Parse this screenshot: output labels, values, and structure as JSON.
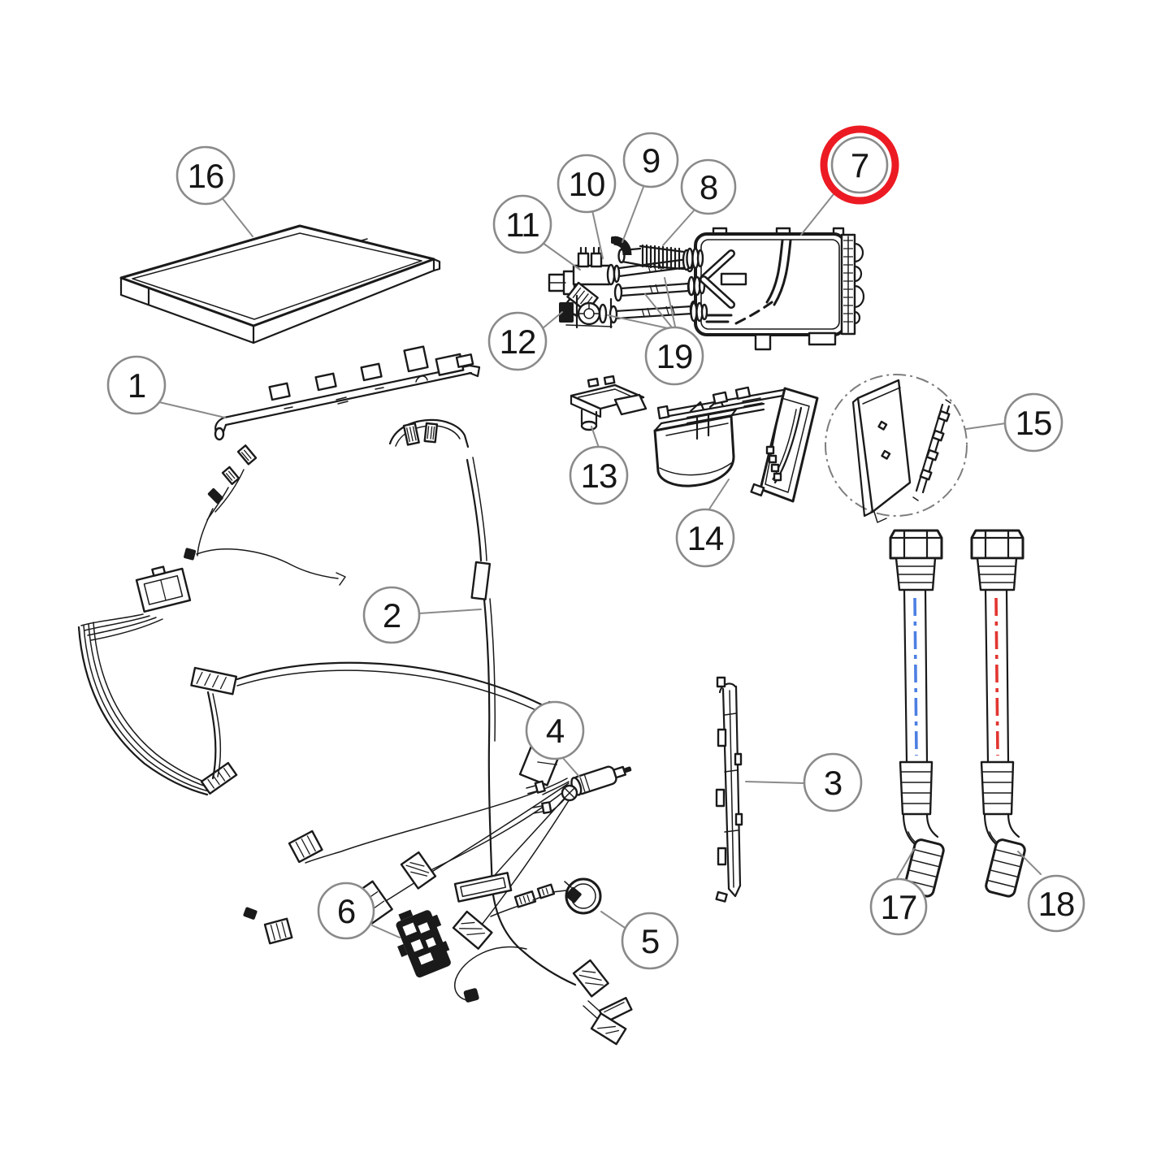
{
  "diagram": {
    "kind": "exploded-parts-diagram",
    "background": "#ffffff"
  },
  "colors": {
    "line": "#1a1a1a",
    "callout_stroke": "#8a8a8a",
    "callout_text": "#161616",
    "highlight_ring": "#ec1b23",
    "cold_hose_stripe": "#4d7fe3",
    "hot_hose_stripe": "#e23530"
  },
  "callouts": [
    {
      "label": "1",
      "highlighted": false
    },
    {
      "label": "2",
      "highlighted": false
    },
    {
      "label": "3",
      "highlighted": false
    },
    {
      "label": "4",
      "highlighted": false
    },
    {
      "label": "5",
      "highlighted": false
    },
    {
      "label": "6",
      "highlighted": false
    },
    {
      "label": "7",
      "highlighted": true
    },
    {
      "label": "8",
      "highlighted": false
    },
    {
      "label": "9",
      "highlighted": false
    },
    {
      "label": "10",
      "highlighted": false
    },
    {
      "label": "11",
      "highlighted": false
    },
    {
      "label": "12",
      "highlighted": false
    },
    {
      "label": "13",
      "highlighted": false
    },
    {
      "label": "14",
      "highlighted": false
    },
    {
      "label": "15",
      "highlighted": false
    },
    {
      "label": "16",
      "highlighted": false
    },
    {
      "label": "17",
      "highlighted": false
    },
    {
      "label": "18",
      "highlighted": false
    },
    {
      "label": "19",
      "highlighted": false
    }
  ]
}
